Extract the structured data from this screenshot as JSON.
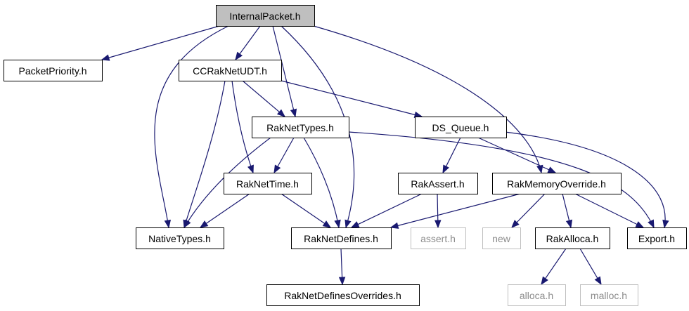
{
  "graph": {
    "nodes": [
      {
        "id": "internal_packet",
        "label": "InternalPacket.h",
        "kind": "current"
      },
      {
        "id": "packet_priority",
        "label": "PacketPriority.h",
        "kind": "file"
      },
      {
        "id": "cc_raknet_udt",
        "label": "CCRakNetUDT.h",
        "kind": "file"
      },
      {
        "id": "raknet_types",
        "label": "RakNetTypes.h",
        "kind": "file"
      },
      {
        "id": "ds_queue",
        "label": "DS_Queue.h",
        "kind": "file"
      },
      {
        "id": "raknet_time",
        "label": "RakNetTime.h",
        "kind": "file"
      },
      {
        "id": "rak_assert",
        "label": "RakAssert.h",
        "kind": "file"
      },
      {
        "id": "rak_memory_override",
        "label": "RakMemoryOverride.h",
        "kind": "file"
      },
      {
        "id": "native_types",
        "label": "NativeTypes.h",
        "kind": "file"
      },
      {
        "id": "raknet_defines",
        "label": "RakNetDefines.h",
        "kind": "file"
      },
      {
        "id": "assert_h",
        "label": "assert.h",
        "kind": "external"
      },
      {
        "id": "new_h",
        "label": "new",
        "kind": "external"
      },
      {
        "id": "rak_alloca",
        "label": "RakAlloca.h",
        "kind": "file"
      },
      {
        "id": "export_h",
        "label": "Export.h",
        "kind": "file"
      },
      {
        "id": "raknet_defines_overrides",
        "label": "RakNetDefinesOverrides.h",
        "kind": "file"
      },
      {
        "id": "alloca_h",
        "label": "alloca.h",
        "kind": "external"
      },
      {
        "id": "malloc_h",
        "label": "malloc.h",
        "kind": "external"
      }
    ],
    "edges": [
      {
        "from": "internal_packet",
        "to": "packet_priority"
      },
      {
        "from": "internal_packet",
        "to": "cc_raknet_udt"
      },
      {
        "from": "internal_packet",
        "to": "native_types"
      },
      {
        "from": "internal_packet",
        "to": "raknet_types"
      },
      {
        "from": "internal_packet",
        "to": "raknet_defines"
      },
      {
        "from": "internal_packet",
        "to": "rak_memory_override"
      },
      {
        "from": "cc_raknet_udt",
        "to": "native_types"
      },
      {
        "from": "cc_raknet_udt",
        "to": "raknet_time"
      },
      {
        "from": "cc_raknet_udt",
        "to": "raknet_types"
      },
      {
        "from": "cc_raknet_udt",
        "to": "ds_queue"
      },
      {
        "from": "raknet_types",
        "to": "native_types"
      },
      {
        "from": "raknet_types",
        "to": "raknet_time"
      },
      {
        "from": "raknet_types",
        "to": "raknet_defines"
      },
      {
        "from": "raknet_types",
        "to": "export_h"
      },
      {
        "from": "ds_queue",
        "to": "rak_assert"
      },
      {
        "from": "ds_queue",
        "to": "rak_memory_override"
      },
      {
        "from": "ds_queue",
        "to": "export_h"
      },
      {
        "from": "raknet_time",
        "to": "native_types"
      },
      {
        "from": "raknet_time",
        "to": "raknet_defines"
      },
      {
        "from": "rak_assert",
        "to": "raknet_defines"
      },
      {
        "from": "rak_assert",
        "to": "assert_h"
      },
      {
        "from": "rak_memory_override",
        "to": "raknet_defines"
      },
      {
        "from": "rak_memory_override",
        "to": "new_h"
      },
      {
        "from": "rak_memory_override",
        "to": "rak_alloca"
      },
      {
        "from": "rak_memory_override",
        "to": "export_h"
      },
      {
        "from": "raknet_defines",
        "to": "raknet_defines_overrides"
      },
      {
        "from": "rak_alloca",
        "to": "alloca_h"
      },
      {
        "from": "rak_alloca",
        "to": "malloc_h"
      }
    ]
  }
}
